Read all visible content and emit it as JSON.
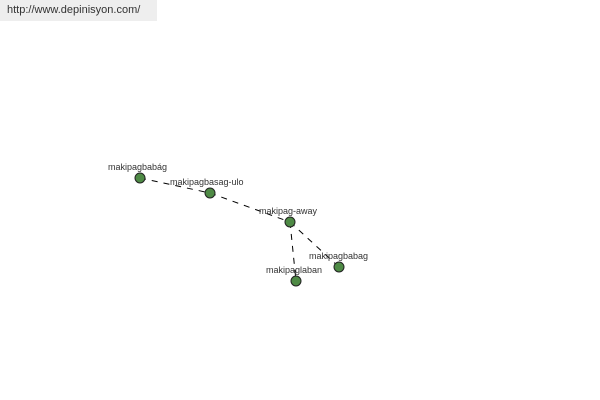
{
  "site_url": "http://www.depinisyon.com/",
  "graph": {
    "node_color": "#4e8a45",
    "nodes": [
      {
        "id": "n1",
        "label": "makipagbabág"
      },
      {
        "id": "n2",
        "label": "makipagbasag-ulo"
      },
      {
        "id": "n3",
        "label": "makipag-away"
      },
      {
        "id": "n4",
        "label": "makipagbabag"
      },
      {
        "id": "n5",
        "label": "makipaglaban"
      }
    ],
    "edges": [
      [
        "n1",
        "n2"
      ],
      [
        "n2",
        "n3"
      ],
      [
        "n3",
        "n4"
      ],
      [
        "n3",
        "n5"
      ]
    ]
  }
}
